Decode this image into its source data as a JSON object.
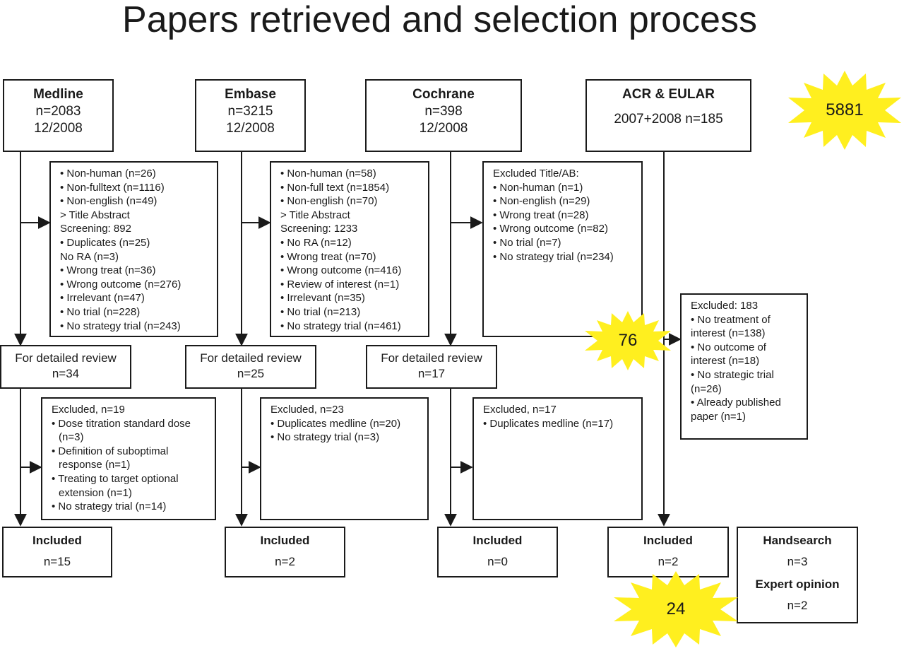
{
  "title": "Papers retrieved and selection process",
  "sources": [
    {
      "name": "Medline",
      "count": "n=2083",
      "date": "12/2008"
    },
    {
      "name": "Embase",
      "count": "n=3215",
      "date": "12/2008"
    },
    {
      "name": "Cochrane",
      "count": "n=398",
      "date": "12/2008"
    },
    {
      "name": "ACR & EULAR",
      "count": "2007+2008 n=185"
    }
  ],
  "total_badge": "5881",
  "screen_exclusions": [
    {
      "lines": [
        "• Non-human (n=26)",
        "• Non-fulltext (n=1116)",
        "• Non-english (n=49)",
        "> Title Abstract",
        "Screening: 892",
        "• Duplicates (n=25)",
        "No RA (n=3)",
        "• Wrong treat (n=36)",
        "• Wrong outcome (n=276)",
        "• Irrelevant (n=47)",
        "• No trial (n=228)",
        "• No strategy trial (n=243)"
      ]
    },
    {
      "lines": [
        "• Non-human (n=58)",
        "• Non-full text (n=1854)",
        "• Non-english (n=70)",
        "> Title Abstract",
        "Screening: 1233",
        "• No RA (n=12)",
        "• Wrong treat (n=70)",
        "• Wrong outcome (n=416)",
        "• Review of interest (n=1)",
        "• Irrelevant (n=35)",
        "• No trial (n=213)",
        "• No strategy trial (n=461)"
      ]
    },
    {
      "lines": [
        "Excluded Title/AB:",
        "• Non-human (n=1)",
        "• Non-english (n=29)",
        "• Wrong treat (n=28)",
        "• Wrong outcome (n=82)",
        "• No trial (n=7)",
        "• No strategy trial (n=234)"
      ]
    }
  ],
  "acr_exclusion": {
    "lines": [
      "Excluded: 183",
      "• No treatment of",
      "interest (n=138)",
      "• No outcome of",
      "interest (n=18)",
      "• No strategic trial",
      "(n=26)",
      "• Already published",
      "paper (n=1)"
    ]
  },
  "acr_badge": "76",
  "detailed_review": [
    {
      "label": "For detailed review",
      "count": "n=34"
    },
    {
      "label": "For detailed review",
      "count": "n=25"
    },
    {
      "label": "For detailed review",
      "count": "n=17"
    }
  ],
  "review_exclusions": [
    {
      "lines": [
        "Excluded, n=19",
        "• Dose titration standard dose",
        "  (n=3)",
        "• Definition of  suboptimal",
        "  response (n=1)",
        "• Treating to target optional",
        "  extension (n=1)",
        "• No strategy trial (n=14)"
      ]
    },
    {
      "lines": [
        "Excluded, n=23",
        "• Duplicates medline (n=20)",
        "• No strategy trial (n=3)"
      ]
    },
    {
      "lines": [
        "Excluded, n=17",
        "• Duplicates  medline (n=17)"
      ]
    }
  ],
  "included": [
    {
      "label": "Included",
      "count": "n=15"
    },
    {
      "label": "Included",
      "count": "n=2"
    },
    {
      "label": "Included",
      "count": "n=0"
    },
    {
      "label": "Included",
      "count": "n=2"
    }
  ],
  "extra": {
    "handsearch": "Handsearch",
    "handsearch_count": "n=3",
    "expert": "Expert opinion",
    "expert_count": "n=2"
  },
  "final_badge": "24",
  "colors": {
    "burst": "#ffef1f",
    "line": "#1a1a1a"
  }
}
